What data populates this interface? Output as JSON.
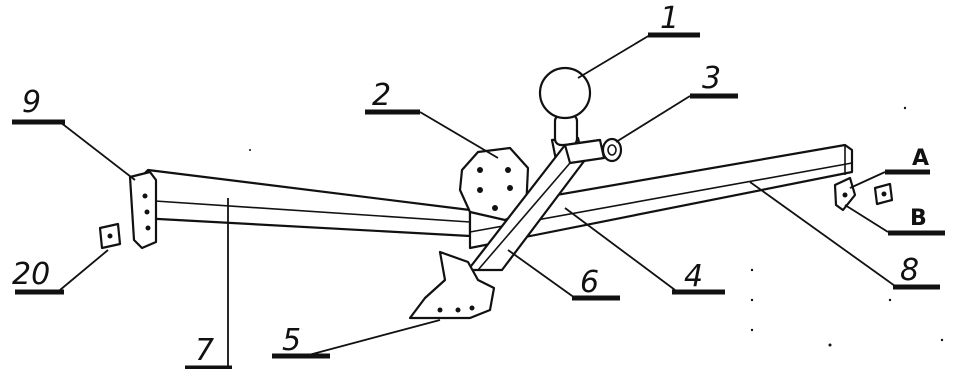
{
  "callouts": {
    "c1": "1",
    "c2": "2",
    "c3": "3",
    "c4": "4",
    "c5": "5",
    "c6": "6",
    "c7": "7",
    "c8": "8",
    "c9": "9",
    "c20": "20",
    "cA": "A",
    "cB": "B"
  },
  "icons": {
    "tow_ball": "tow-ball-icon",
    "bracket": "bracket-plate-icon"
  }
}
